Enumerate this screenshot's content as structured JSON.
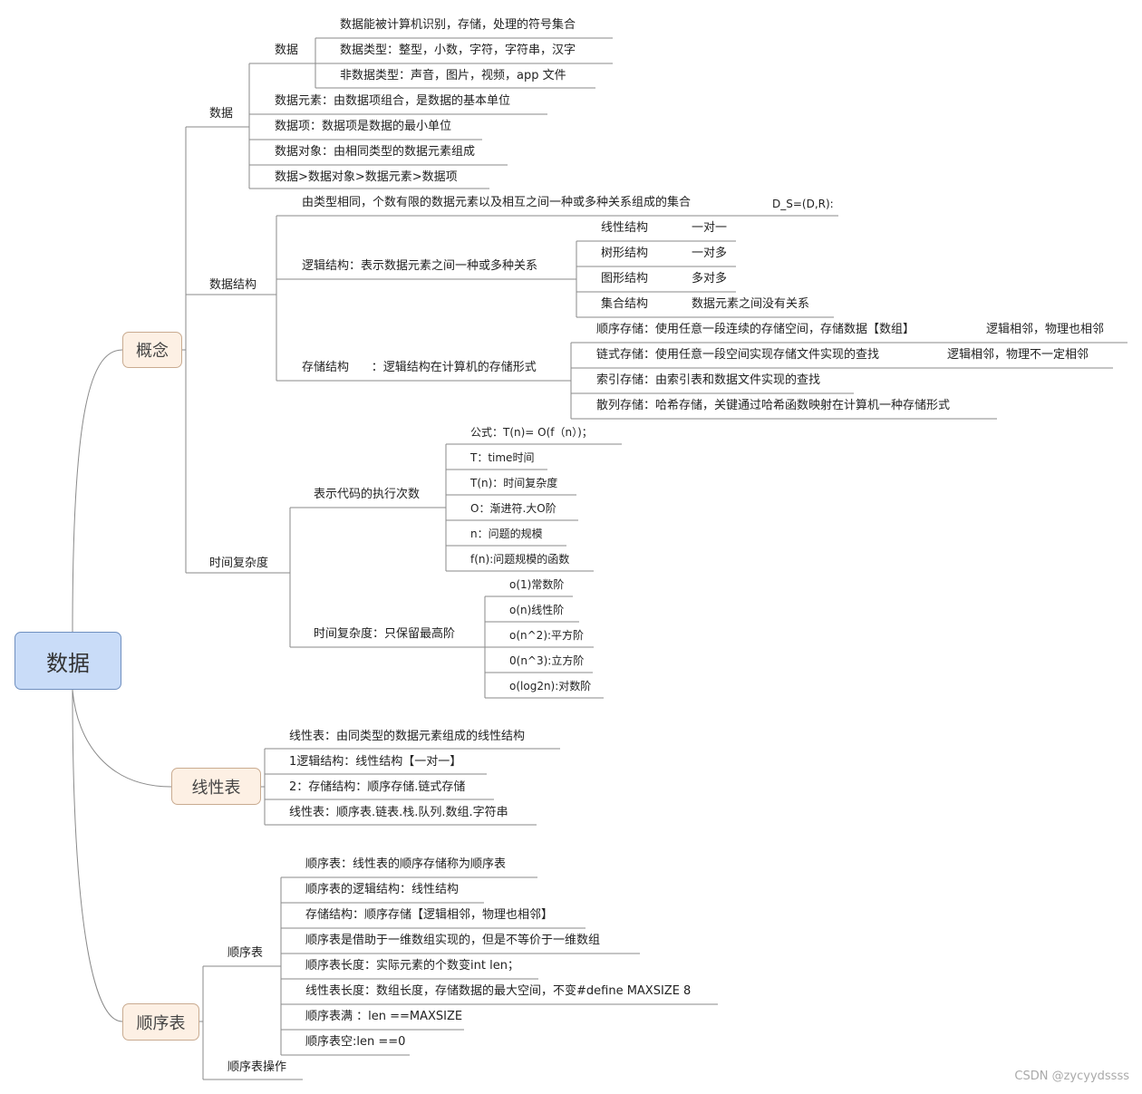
{
  "root": "数据",
  "main": {
    "concept": "概念",
    "linear": "线性表",
    "sequential": "顺序表"
  },
  "concept": {
    "data": {
      "label": "数据",
      "sub": {
        "label": "数据",
        "items": [
          "数据能被计算机识别，存储，处理的符号集合",
          "数据类型：整型，小数，字符，字符串，汉字",
          "非数据类型：声音，图片，视频，app 文件"
        ]
      },
      "items": [
        "数据元素：由数据项组合，是数据的基本单位",
        "数据项：数据项是数据的最小单位",
        "数据对象：由相同类型的数据元素组成",
        "数据>数据对象>数据元素>数据项"
      ]
    },
    "structure": {
      "label": "数据结构",
      "definition": "由类型相同，个数有限的数据元素以及相互之间一种或多种关系组成的集合",
      "formula": "D_S=(D,R):",
      "logical": {
        "label": "逻辑结构：表示数据元素之间一种或多种关系",
        "items": [
          {
            "name": "线性结构",
            "rel": "一对一"
          },
          {
            "name": "树形结构",
            "rel": "一对多"
          },
          {
            "name": "图形结构",
            "rel": "多对多"
          },
          {
            "name": "集合结构",
            "rel": "数据元素之间没有关系"
          }
        ]
      },
      "storage": {
        "label": "存储结构      ：逻辑结构在计算机的存储形式",
        "items": [
          {
            "text": "顺序存储：使用任意一段连续的存储空间，存储数据【数组】",
            "note": "逻辑相邻，物理也相邻"
          },
          {
            "text": "链式存储：使用任意一段空间实现存储文件实现的查找",
            "note": "逻辑相邻，物理不一定相邻"
          },
          {
            "text": "索引存储：由索引表和数据文件实现的查找",
            "note": ""
          },
          {
            "text": "散列存储：哈希存储，关键通过哈希函数映射在计算机一种存储形式",
            "note": ""
          }
        ]
      }
    },
    "complexity": {
      "label": "时间复杂度",
      "exec": {
        "label": "表示代码的执行次数",
        "items": [
          "公式：T(n)=  O(f（n）)；",
          "T：time时间",
          "T(n)：时间复杂度",
          "O：渐进符.大O阶",
          "n：问题的规模",
          "f(n):问题规模的函数"
        ]
      },
      "highest": {
        "label": "时间复杂度：只保留最高阶",
        "items": [
          "o(1)常数阶",
          "o(n)线性阶",
          "o(n^2):平方阶",
          "0(n^3):立方阶",
          "o(log2n):对数阶"
        ]
      }
    }
  },
  "linear": {
    "items": [
      "线性表：由同类型的数据元素组成的线性结构",
      "1逻辑结构：线性结构【一对一】",
      "2：存储结构：顺序存储.链式存储",
      "线性表：顺序表.链表.栈.队列.数组.字符串"
    ]
  },
  "sequential": {
    "table": {
      "label": "顺序表",
      "items": [
        "顺序表：线性表的顺序存储称为顺序表",
        "顺序表的逻辑结构：线性结构",
        "存储结构：顺序存储【逻辑相邻，物理也相邻】",
        "顺序表是借助于一维数组实现的，但是不等价于一维数组",
        "顺序表长度：实际元素的个数变int len；",
        "线性表长度：数组长度，存储数据的最大空间，不变#define MAXSIZE 8",
        "顺序表满 ：len ==MAXSIZE",
        "顺序表空:len ==0"
      ]
    },
    "operations": "顺序表操作"
  },
  "watermark": "CSDN @zycyydssss",
  "colors": {
    "root_fill": "#c9dcf8",
    "main_fill": "#fdf0e4",
    "line": "#8a8a8a"
  }
}
